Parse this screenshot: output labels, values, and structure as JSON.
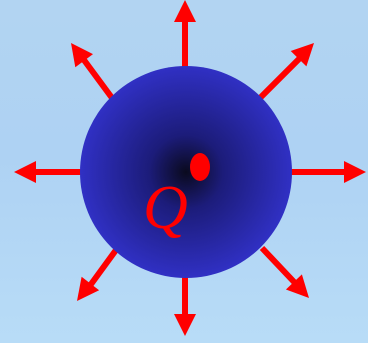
{
  "diagram": {
    "charge_label": "Q",
    "colors": {
      "background": "#b2d4f2",
      "sphere_edge": "#3030c4",
      "sphere_center": "#0a0a1e",
      "arrow": "#ff0000",
      "charge_point": "#ff0000",
      "label": "#ff0000"
    },
    "arrows": [
      {
        "direction": "up"
      },
      {
        "direction": "up-right"
      },
      {
        "direction": "right"
      },
      {
        "direction": "down-right"
      },
      {
        "direction": "down"
      },
      {
        "direction": "down-left"
      },
      {
        "direction": "left"
      },
      {
        "direction": "up-left"
      }
    ]
  }
}
